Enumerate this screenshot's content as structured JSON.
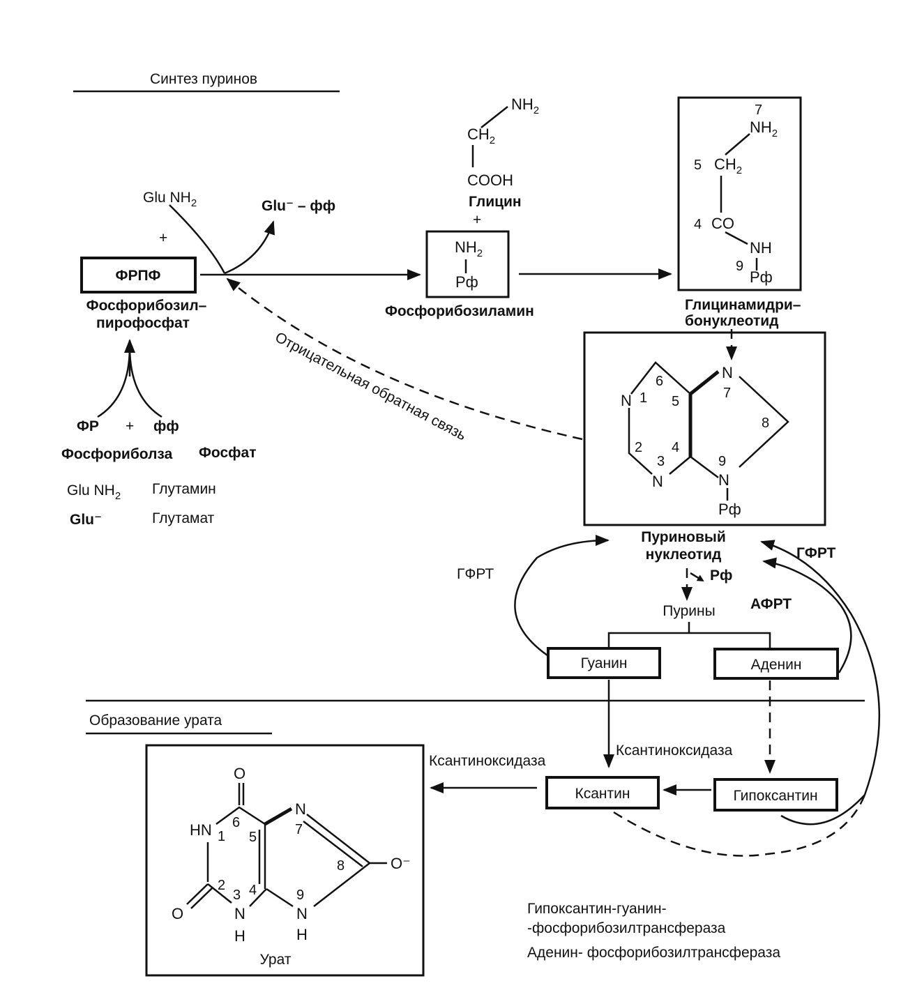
{
  "sections": {
    "synthesis_title": "Синтез пуринов",
    "urate_title": "Образование урата"
  },
  "nodes": {
    "frpf_box": "ФРПФ",
    "frpf_name_1": "Фосфорибозил–",
    "frpf_name_2": "пирофосфат",
    "fr": "ФР",
    "plus": "+",
    "ff": "фф",
    "fr_name": "Фосфориболза",
    "ff_name": "Фосфат",
    "glu_nh2_in": "Glu NH",
    "glu_ff_out": "Glu⁻ – фф",
    "glycine_name": "Глицин",
    "pra_name": "Фосфорибозиламин",
    "gar_name_1": "Глицинамидри–",
    "gar_name_2": "бонуклеотид",
    "purine_nuc_1": "Пуриновый",
    "purine_nuc_2": "нуклеотид",
    "rf_out": "Рф",
    "purines": "Пурины",
    "guanine": "Гуанин",
    "adenine": "Аденин",
    "xanthine": "Ксантин",
    "hypoxanthine": "Гипоксантин",
    "urate": "Урат"
  },
  "edges": {
    "feedback": "Отрицательная обратная связь",
    "gfrt_left": "ГФРТ",
    "gfrt_right": "ГФРТ",
    "afrt": "АФРТ",
    "xo_1": "Ксантиноксидаза",
    "xo_2": "Ксантиноксидаза"
  },
  "legend": {
    "glu_nh2": "Glu NH",
    "glu_nh2_desc": "Глутамин",
    "glu": "Glu⁻",
    "glu_desc": "Глутамат",
    "hgprt_1": "Гипоксантин-гуанин-",
    "hgprt_2": "-фосфорибозилтрансфераза",
    "aprt": "Аденин- фосфорибозилтрансфераза"
  },
  "chem": {
    "nh2": "NH",
    "ch2": "CH",
    "cooh": "COOH",
    "co": "CO",
    "nh": "NH",
    "rf": "Рф",
    "n": "N",
    "h": "H",
    "hn": "HN",
    "o": "O",
    "o_minus": "O⁻",
    "sub2": "2"
  }
}
